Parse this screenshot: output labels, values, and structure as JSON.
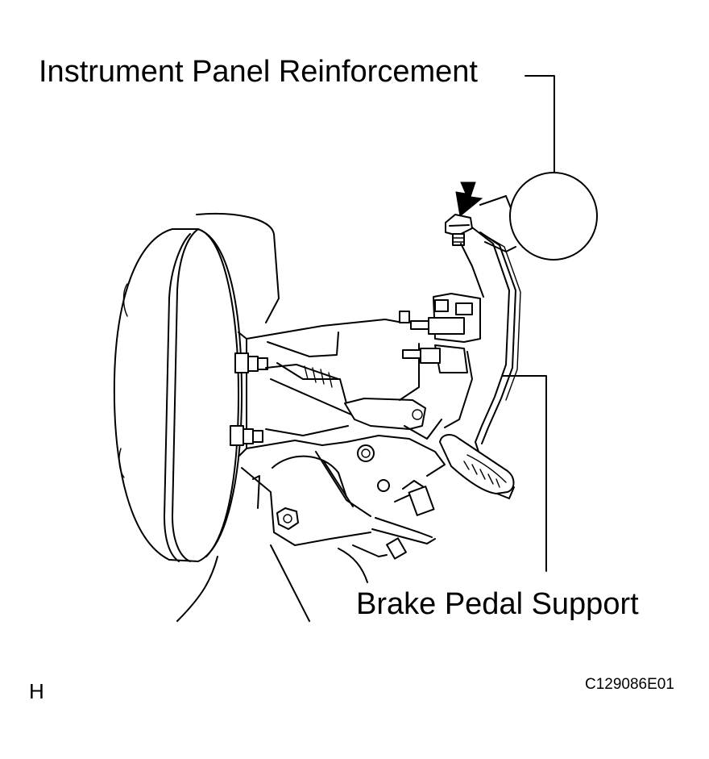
{
  "labels": {
    "instrument_panel_reinforcement": "Instrument Panel Reinforcement",
    "brake_pedal_support": "Brake Pedal Support"
  },
  "footer": {
    "view_letter": "H",
    "figure_code": "C129086E01"
  }
}
